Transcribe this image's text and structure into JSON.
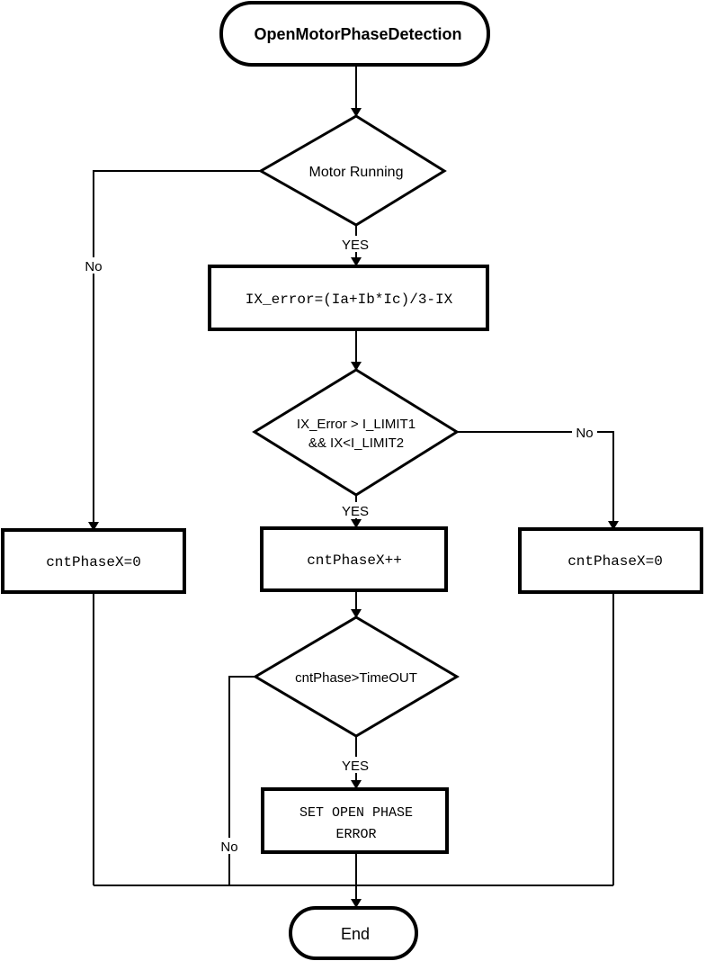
{
  "diagram": {
    "start_label": "OpenMotorPhaseDetection",
    "end_label": "End",
    "decision_motor_running": "Motor Running",
    "process_ix_error": "IX_error=(Ia+Ib*Ic)/3-IX",
    "decision_ix_error": [
      "IX_Error > I_LIMIT1",
      "&& IX<I_LIMIT2"
    ],
    "process_reset_left": "cntPhaseX=0",
    "process_increment": "cntPhaseX++",
    "process_reset_right": "cntPhaseX=0",
    "decision_timeout": "cntPhase>TimeOUT",
    "process_set_error": [
      "SET OPEN PHASE",
      "ERROR"
    ],
    "label_yes_1": "YES",
    "label_no_1": "No",
    "label_yes_2": "YES",
    "label_no_2": "No",
    "label_yes_3": "YES",
    "label_no_3": "No"
  }
}
